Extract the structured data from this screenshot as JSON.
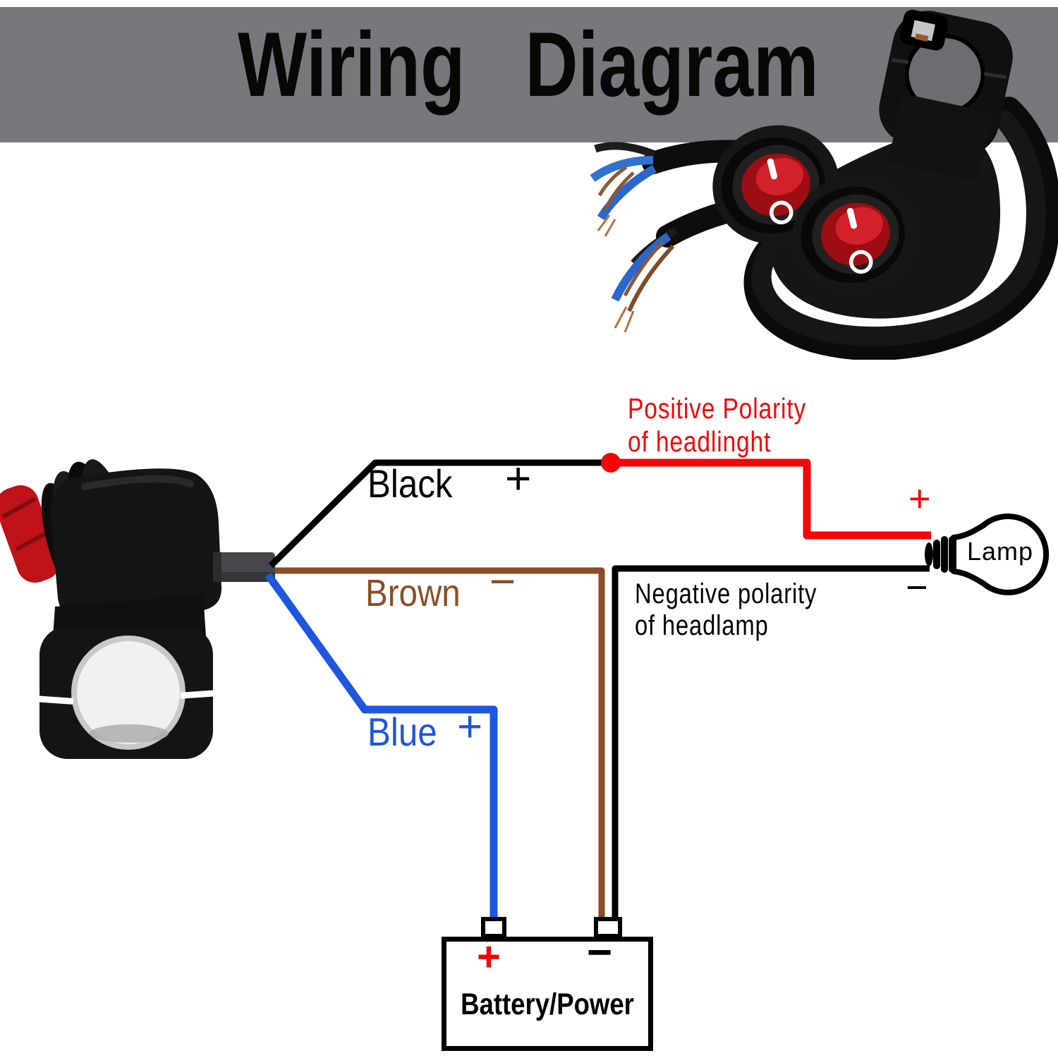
{
  "banner": {
    "title": "Wiring Diagram"
  },
  "colors": {
    "banner_gray": "#77787c",
    "red": "#f50505",
    "brown": "#8b4e28",
    "blue": "#1e56dd",
    "black": "#000000"
  },
  "wire_labels": {
    "black": {
      "name": "Black",
      "sign": "+"
    },
    "brown": {
      "name": "Brown",
      "sign": "−"
    },
    "blue": {
      "name": "Blue",
      "sign": "+"
    }
  },
  "annotations": {
    "positive_line1": "Positive Polarity",
    "positive_line2": "of headlinght",
    "negative_line1": "Negative polarity",
    "negative_line2": "of headlamp"
  },
  "lamp": {
    "label": "Lamp",
    "plus": "+",
    "minus": "−"
  },
  "battery": {
    "label": "Battery/Power",
    "plus": "+",
    "minus": "−"
  }
}
